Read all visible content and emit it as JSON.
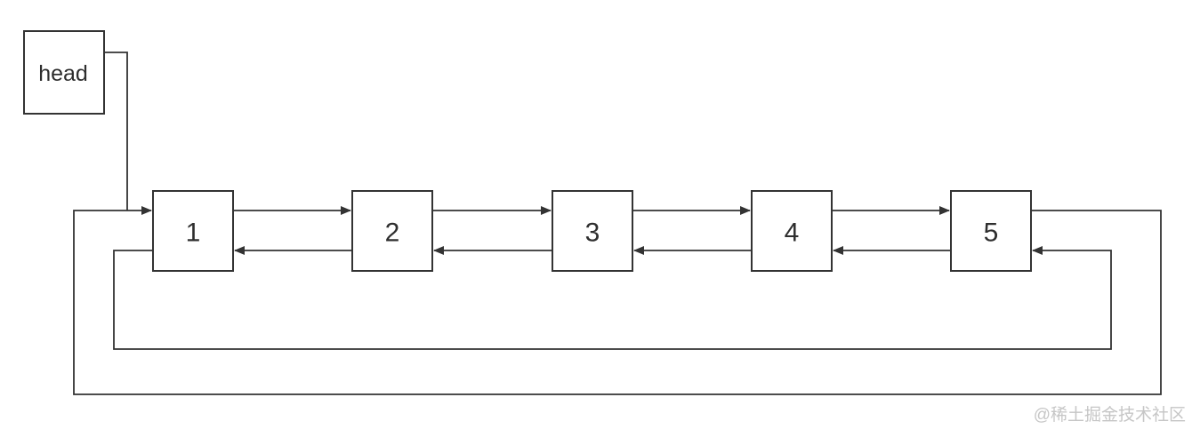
{
  "diagram": {
    "type": "circular-doubly-linked-list",
    "head_label": "head",
    "nodes": [
      {
        "label": "1"
      },
      {
        "label": "2"
      },
      {
        "label": "3"
      },
      {
        "label": "4"
      },
      {
        "label": "5"
      }
    ],
    "edges": {
      "next_pointers": [
        "1→2",
        "2→3",
        "3→4",
        "4→5",
        "5→1"
      ],
      "prev_pointers": [
        "2→1",
        "3→2",
        "4→3",
        "5→4",
        "1→5"
      ],
      "head_pointer": "head→1"
    },
    "colors": {
      "line": "#333333",
      "box_fill": "#ffffff",
      "background": "#ffffff",
      "watermark": "#c6c6c6"
    }
  },
  "watermark": {
    "text": "@稀土掘金技术社区"
  }
}
